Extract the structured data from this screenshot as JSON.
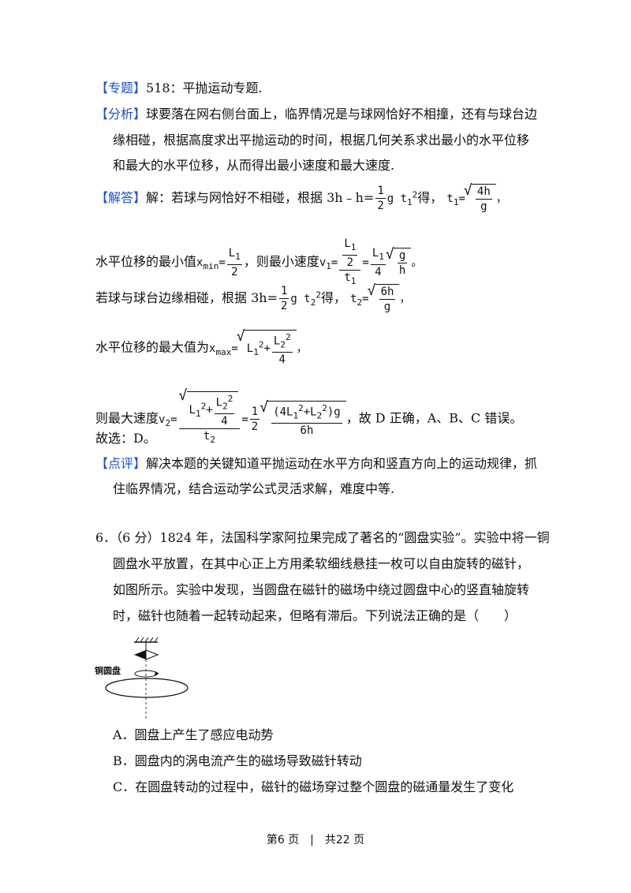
{
  "solution": {
    "topic_tag": "【专题】",
    "topic_text": "518：平抛运动专题.",
    "analysis_tag": "【分析】",
    "analysis_lines": [
      "球要落在网右侧台面上，临界情况是与球网恰好不相撞，还有与球台边",
      "缘相碰，根据高度求出平抛运动的时间，根据几何关系求出最小的水平位移",
      "和最大的水平位移，从而得出最小速度和最大速度."
    ],
    "answer_tag": "【解答】",
    "answer_intro": "解：若球与网恰好不相碰，根据 3h﹣h=",
    "answer_intro_after": "得，",
    "min_disp_text": "水平位移的最小值",
    "min_speed_text": "，则最小速度",
    "edge_text": "若球与球台边缘相碰，根据 3h=",
    "edge_after": "得，",
    "max_disp_text": "水平位移的最大值为",
    "max_speed_text": "则最大速度",
    "conclusion_text": "，故 D 正确，A、B、C 错误。",
    "choice_text": "故选：D。",
    "comment_tag": "【点评】",
    "comment_lines": [
      "解决本题的关键知道平抛运动在水平方向和竖直方向上的运动规律，抓",
      "住临界情况，结合运动学公式灵活求解，难度中等."
    ]
  },
  "question": {
    "lines": [
      "6．（6 分）1824 年，法国科学家阿拉果完成了著名的“圆盘实验”。实验中将一铜",
      "圆盘水平放置，在其中心正上方用柔软细线悬挂一枚可以自由旋转的磁针，",
      "如图所示。实验中发现，当圆盘在磁针的磁场中绕过圆盘中心的竖直轴旋转",
      "时，磁针也随着一起转动起来，但略有滞后。下列说法正确的是（　　）"
    ],
    "figure_label": "铜圆盘",
    "options": [
      "A．圆盘上产生了感应电动势",
      "B．圆盘内的涡电流产生的磁场导致磁针转动",
      "C．在圆盘转动的过程中，磁针的磁场穿过整个圆盘的磁通量发生了变化"
    ]
  },
  "footer": "第6 页　|　共22 页"
}
